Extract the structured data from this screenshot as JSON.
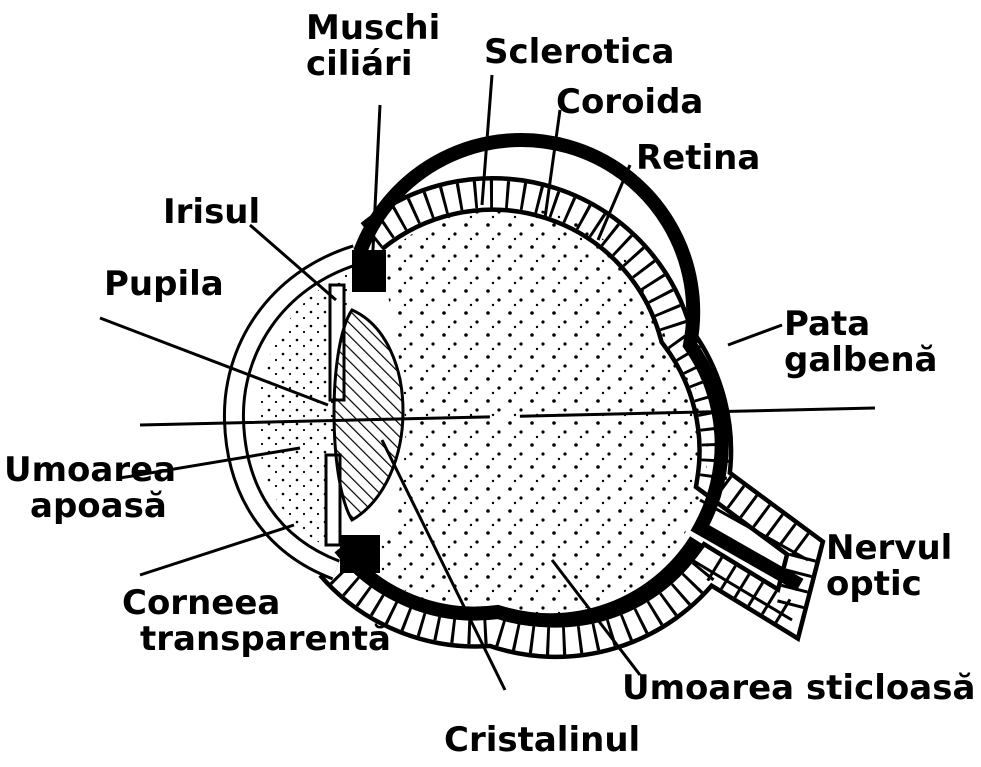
{
  "labels": {
    "muschi_ciliari": [
      "Muschi",
      "ciliári"
    ],
    "sclerotica": "Sclerotica",
    "coroida": "Coroida",
    "retina": "Retina",
    "irisul": "Irisul",
    "pupila": "Pupila",
    "pata_galbena": [
      "Pata",
      "galbenă"
    ],
    "umoarea_apoasa": [
      "Umoarea",
      "apoasă"
    ],
    "nervul_optic": [
      "Nervul",
      "optic"
    ],
    "corneea_transparenta": [
      "Corneea",
      "transparentă"
    ],
    "umoarea_sticloasa": "Umoarea sticloasă",
    "cristalinul": "Cristalinul"
  },
  "colors": {
    "ink": "#000000",
    "paper": "#ffffff"
  }
}
